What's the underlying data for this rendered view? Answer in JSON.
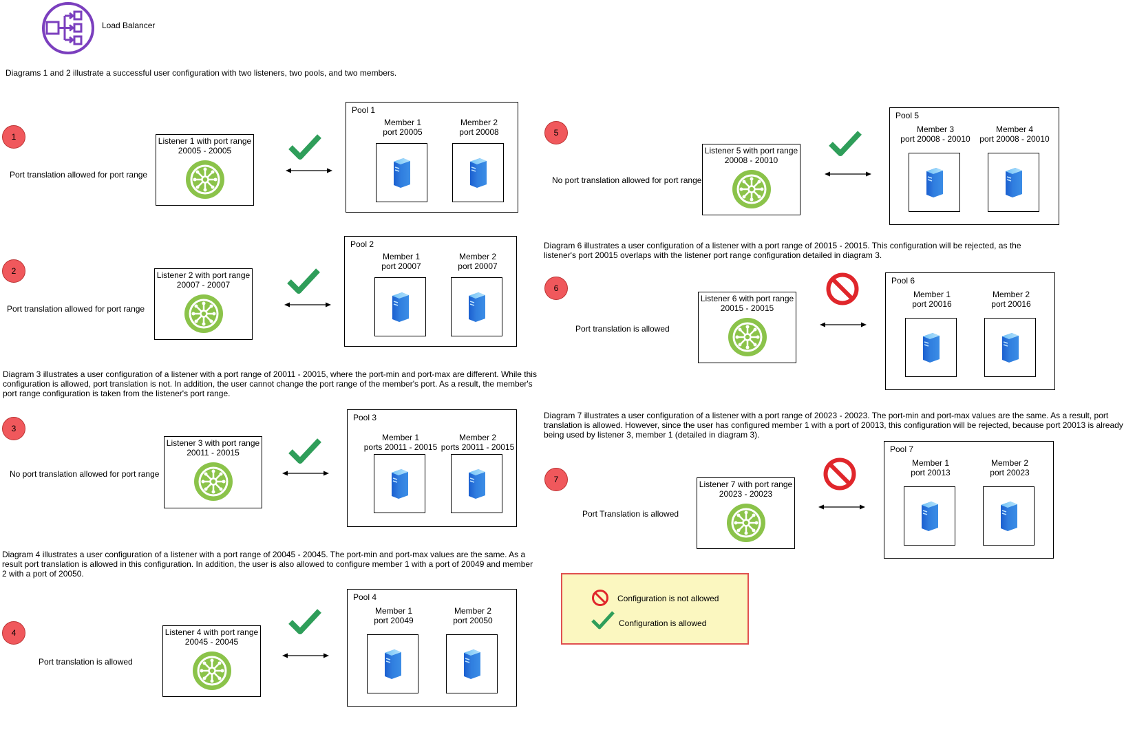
{
  "header": {
    "label": "Load Balancer"
  },
  "intro": "Diagrams 1 and 2 illustrate a successful user configuration with two listeners, two pools, and two members.",
  "paragraphs": {
    "d3": "Diagram 3 illustrates a user configuration of a listener with a port range of 20011 - 20015, where the port-min and port-max are different. While this configuration is allowed, port translation is not. In addition, the user cannot change the port range of the member's port. As a result, the member's port range configuration is taken from the listener's port range.",
    "d4": "Diagram 4 illustrates a user configuration of a listener with a port range of 20045 - 20045. The port-min and port-max values are the same. As a result port translation is allowed in this configuration. In addition, the user is also allowed to configure member 1 with a port of 20049 and member 2 with a port of 20050.",
    "d6": "Diagram 6 illustrates a user configuration of a listener with a port range of 20015 - 20015. This configuration will be rejected, as the listener's port 20015 overlaps with the listener port range configuration detailed in diagram 3.",
    "d7": "Diagram 7 illustrates a user configuration of a listener with a port range of 20023 - 20023. The port-min and port-max values are the same. As a result, port translation is allowed. However, since the user has configured member 1 with a port of 20013, this configuration will be rejected, because port 20013 is already being used by listener 3, member 1 (detailed in diagram 3)."
  },
  "diagrams": [
    {
      "num": "1",
      "caption": "Port translation allowed for port range",
      "listener": "Listener 1 with port range\n20005 - 20005",
      "status": "allowed",
      "pool": "Pool 1",
      "m1": "Member 1\nport 20005",
      "m2": "Member 2\nport 20008"
    },
    {
      "num": "2",
      "caption": "Port translation allowed for port range",
      "listener": "Listener 2 with port range\n20007 - 20007",
      "status": "allowed",
      "pool": "Pool 2",
      "m1": "Member 1\nport 20007",
      "m2": "Member 2\nport 20007"
    },
    {
      "num": "3",
      "caption": "No port translation allowed for port range",
      "listener": "Listener 3 with port range\n20011 - 20015",
      "status": "allowed",
      "pool": "Pool 3",
      "m1": "Member 1\nports 20011 - 20015",
      "m2": "Member 2\nports 20011 - 20015"
    },
    {
      "num": "4",
      "caption": "Port translation is allowed",
      "listener": "Listener 4 with port range\n20045 - 20045",
      "status": "allowed",
      "pool": "Pool 4",
      "m1": "Member 1\nport 20049",
      "m2": "Member 2\nport 20050"
    },
    {
      "num": "5",
      "caption": "No port translation allowed for port range",
      "listener": "Listener 5 with port range\n20008 - 20010",
      "status": "allowed",
      "pool": "Pool 5",
      "m1": "Member 3\nport 20008 - 20010",
      "m2": "Member 4\nport 20008 - 20010"
    },
    {
      "num": "6",
      "caption": "Port translation is allowed",
      "listener": "Listener 6 with port range\n20015 - 20015",
      "status": "not-allowed",
      "pool": "Pool 6",
      "m1": "Member 1\nport 20016",
      "m2": "Member 2\nport 20016"
    },
    {
      "num": "7",
      "caption": "Port Translation is allowed",
      "listener": "Listener 7 with port range\n20023 - 20023",
      "status": "not-allowed",
      "pool": "Pool 7",
      "m1": "Member 1\nport 20013",
      "m2": "Member 2\nport 20023"
    }
  ],
  "legend": {
    "not_allowed": "Configuration is not allowed",
    "allowed": "Configuration is allowed"
  },
  "colors": {
    "lb_purple": "#7b3fbe",
    "badge_red": "#f0585c",
    "check_green": "#2f9e5a",
    "no_red": "#e0262b",
    "hub_green": "#8bc34a",
    "legend_bg": "#fbf7c0"
  },
  "icons": {
    "lb": "load-balancer-icon",
    "check": "check-icon",
    "no": "prohibited-icon",
    "hub": "listener-hub-icon",
    "server": "server-icon"
  }
}
